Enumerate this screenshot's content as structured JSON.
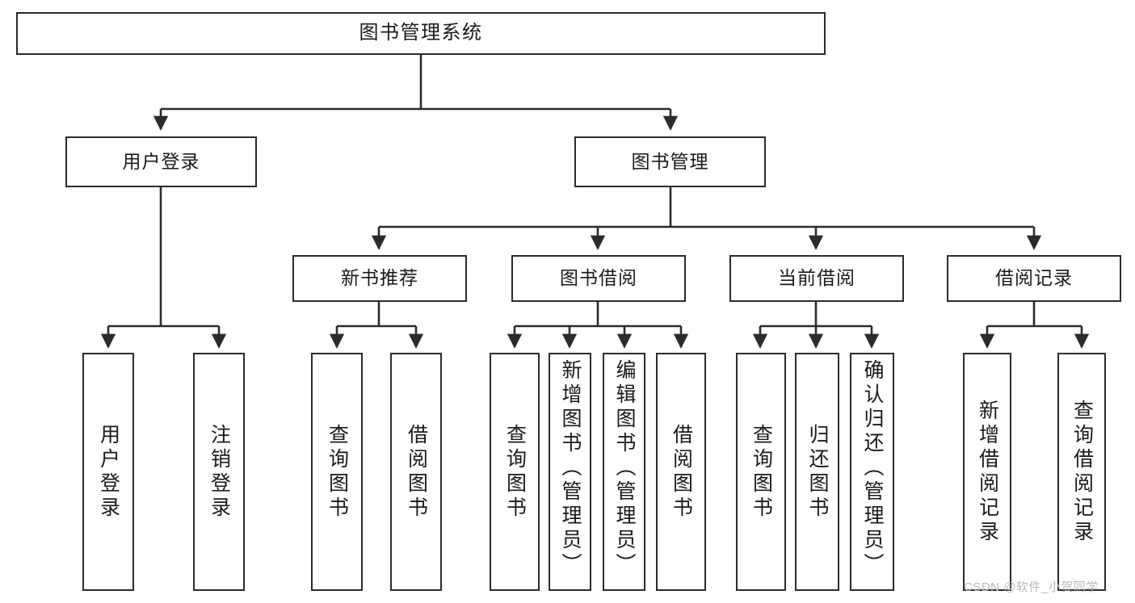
{
  "diagram": {
    "title": "图书管理系统",
    "type": "tree",
    "watermark": "CSDN @软件_小贺同学",
    "colors": {
      "stroke": "#2b2b2b",
      "fill": "#ffffff",
      "text": "#1a1a1a",
      "watermark": "#b9b9b9"
    },
    "nodes": {
      "root": {
        "label": "图书管理系统"
      },
      "level1": [
        {
          "label": "用户登录"
        },
        {
          "label": "图书管理"
        }
      ],
      "level2": [
        {
          "label": "新书推荐"
        },
        {
          "label": "图书借阅"
        },
        {
          "label": "当前借阅"
        },
        {
          "label": "借阅记录"
        }
      ],
      "leaves": {
        "user_login": [
          {
            "label": "用户登录"
          },
          {
            "label": "注销登录"
          }
        ],
        "new_book": [
          {
            "label": "查询图书"
          },
          {
            "label": "借阅图书"
          }
        ],
        "borrow_book": [
          {
            "label": "查询图书"
          },
          {
            "label": "新增图书（管理员）"
          },
          {
            "label": "编辑图书（管理员）"
          },
          {
            "label": "借阅图书"
          }
        ],
        "current_borrow": [
          {
            "label": "查询图书"
          },
          {
            "label": "归还图书"
          },
          {
            "label": "确认归还（管理员）"
          }
        ],
        "borrow_record": [
          {
            "label": "新增借阅记录"
          },
          {
            "label": "查询借阅记录"
          }
        ]
      }
    }
  }
}
